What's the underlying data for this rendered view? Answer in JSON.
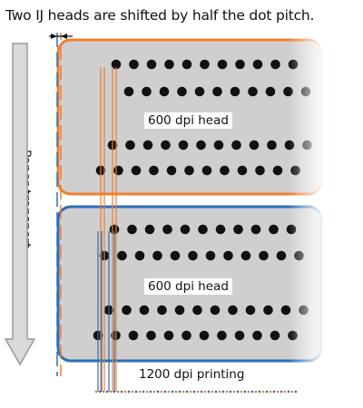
{
  "caption": "Two IJ heads are shifted by half the dot pitch.",
  "transport": {
    "label": "Paper transport"
  },
  "heads": [
    {
      "label": "600 dpi head",
      "outline_color": "#F07F30"
    },
    {
      "label": "600 dpi head",
      "outline_color": "#2A6EB5"
    }
  ],
  "output": {
    "label": "1200 dpi printing"
  },
  "colors": {
    "head_fill": "#CFCFCF",
    "nozzle": "#111111",
    "guide_line": "#1f4f8f",
    "arrow_fill": "#D9D9D9",
    "arrow_stroke": "#9A9A9A"
  }
}
